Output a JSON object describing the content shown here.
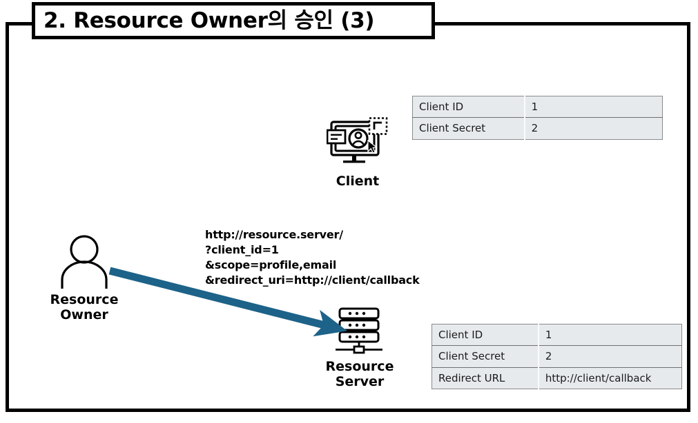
{
  "slide": {
    "title": "2. Resource Owner의 승인 (3)",
    "background_color": "#ffffff",
    "frame_color": "#000000"
  },
  "colors": {
    "arrow": "#1d6288",
    "table_background": "#e7eaed",
    "table_border": "#8a8a8a",
    "table_row_divider": "#6f6f6f",
    "icon_stroke": "#000000",
    "text": "#000000"
  },
  "nodes": {
    "client": {
      "label": "Client",
      "icon": "monitor-user-icon"
    },
    "resource_owner": {
      "label": "Resource\nOwner",
      "icon": "person-icon"
    },
    "resource_server": {
      "label": "Resource\nServer",
      "icon": "server-rack-icon"
    }
  },
  "request": {
    "lines": [
      "http://resource.server/",
      "?client_id=1",
      "&scope=profile,email",
      "&redirect_uri=http://client/callback"
    ],
    "text": "http://resource.server/\n?client_id=1\n&scope=profile,email\n&redirect_uri=http://client/callback"
  },
  "arrow": {
    "from": "resource-owner",
    "to": "resource-server",
    "label": ""
  },
  "tables": {
    "client_registration": {
      "name": "client-credentials-table",
      "rows": [
        {
          "key": "Client ID",
          "value": "1"
        },
        {
          "key": "Client Secret",
          "value": "2"
        }
      ]
    },
    "server_registration": {
      "name": "server-client-registry-table",
      "rows": [
        {
          "key": "Client ID",
          "value": "1"
        },
        {
          "key": "Client Secret",
          "value": "2"
        },
        {
          "key": "Redirect URL",
          "value": "http://client/callback"
        }
      ]
    }
  }
}
